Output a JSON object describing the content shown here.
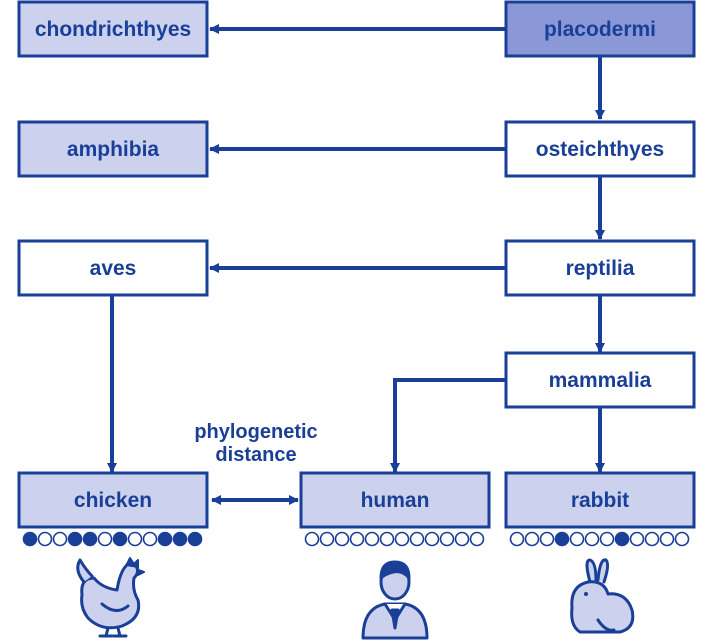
{
  "colors": {
    "stroke": "#1a3f98",
    "text": "#1a3f98",
    "fill_light": "#ccd2ee",
    "fill_dark": "#8a98d8",
    "fill_white": "#ffffff"
  },
  "nodes": {
    "chondrichthyes": "chondrichthyes",
    "placodermi": "placodermi",
    "amphibia": "amphibia",
    "osteichthyes": "osteichthyes",
    "aves": "aves",
    "reptilia": "reptilia",
    "mammalia": "mammalia",
    "chicken": "chicken",
    "human": "human",
    "rabbit": "rabbit"
  },
  "caption": {
    "line1": "phylogenetic",
    "line2": "distance"
  },
  "dot_rows": {
    "chicken": [
      1,
      0,
      0,
      1,
      1,
      0,
      1,
      0,
      0,
      1,
      1,
      1
    ],
    "human": [
      0,
      0,
      0,
      0,
      0,
      0,
      0,
      0,
      0,
      0,
      0,
      0
    ],
    "rabbit": [
      0,
      0,
      0,
      1,
      0,
      0,
      0,
      1,
      0,
      0,
      0,
      0
    ]
  },
  "icons": {
    "chicken": "chicken-icon",
    "human": "businessman-icon",
    "rabbit": "rabbit-icon"
  }
}
